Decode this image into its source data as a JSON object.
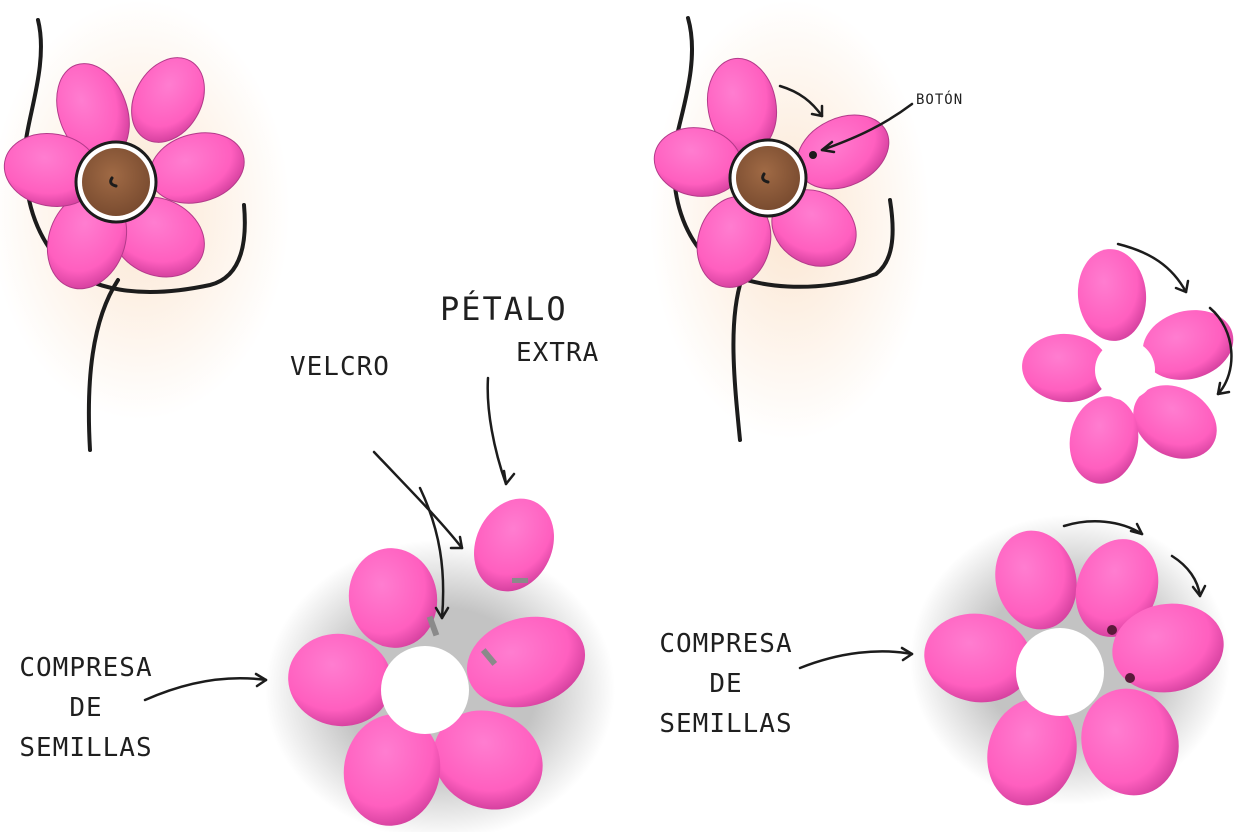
{
  "labels": {
    "petalo_word": "PÉTALO",
    "extra_word": "EXTRA",
    "velcro": "VELCRO",
    "boton": "BOTÓN",
    "compresa_left": "COMPRESA\nDE\nSEMILLAS",
    "compresa_right": "COMPRESA\nDE\nSEMILLAS"
  },
  "colors": {
    "petal": "#ff5fbf",
    "petal_shadow": "#d13e9c",
    "outline": "#1c1c1c",
    "nipple": "#8a5a3b",
    "skin_glow": "#fbe3cc"
  }
}
